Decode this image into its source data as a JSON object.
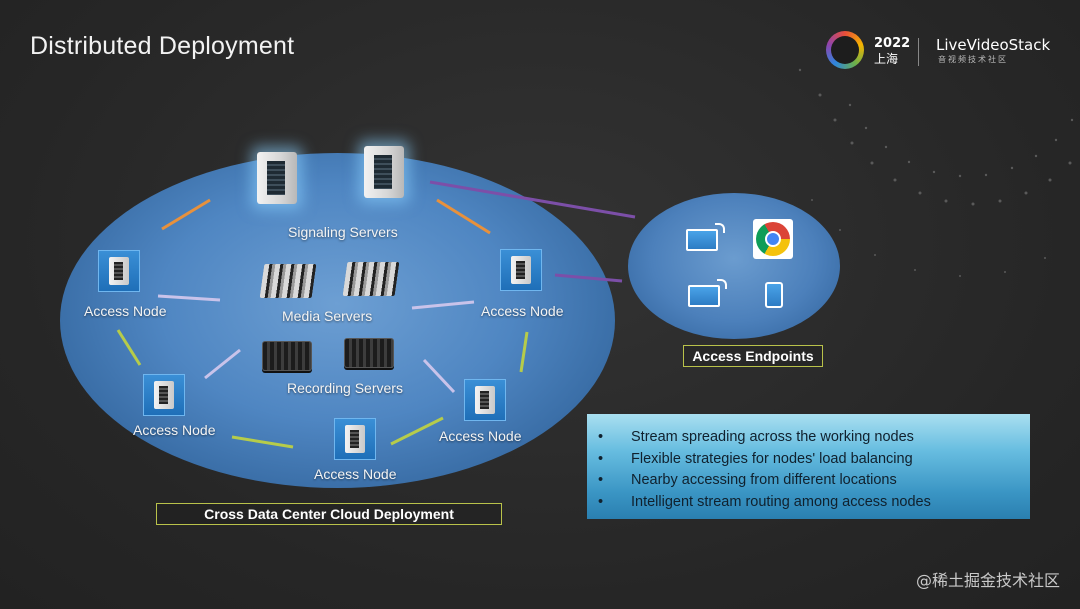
{
  "slide": {
    "title": "Distributed Deployment"
  },
  "logo": {
    "year": "2022",
    "city": "上海",
    "brand": "LiveVideoStack",
    "sub": "音视频技术社区"
  },
  "diagram": {
    "signaling_label": "Signaling Servers",
    "media_label": "Media Servers",
    "recording_label": "Recording Servers",
    "access_nodes": [
      {
        "label": "Access Node"
      },
      {
        "label": "Access Node"
      },
      {
        "label": "Access Node"
      },
      {
        "label": "Access Node"
      },
      {
        "label": "Access Node"
      }
    ],
    "cloud_caption": "Cross Data Center Cloud Deployment",
    "endpoints_caption": "Access Endpoints"
  },
  "bullets": [
    "Stream spreading across the working nodes",
    "Flexible strategies for nodes' load balancing",
    "Nearby accessing from different locations",
    "Intelligent stream routing among access nodes"
  ],
  "bullet_marker": "•",
  "watermark": "@稀土掘金技术社区",
  "colors": {
    "cloud": "#4f86c2",
    "bullet_box": "#67bde0",
    "caption_border": "#b9c24a",
    "link_orange": "#e8913c",
    "link_lavender": "#c9c3ea",
    "link_green": "#b6cc4a",
    "link_purple": "#7c4fa8"
  }
}
